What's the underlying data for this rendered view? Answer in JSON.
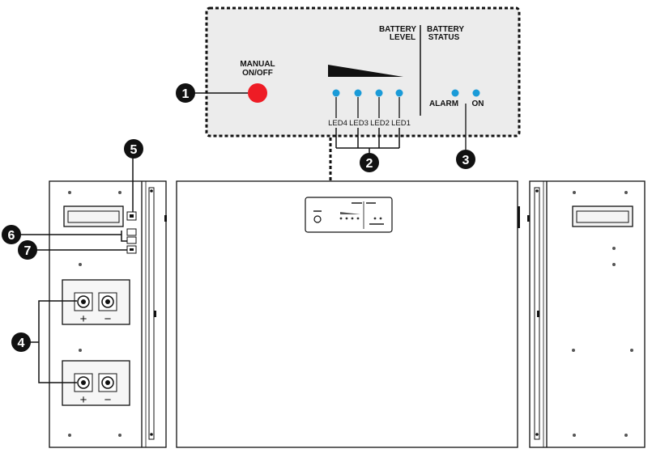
{
  "panel": {
    "manual_label_1": "MANUAL",
    "manual_label_2": "ON/OFF",
    "battery_level_1": "BATTERY",
    "battery_level_2": "LEVEL",
    "battery_status_1": "BATTERY",
    "battery_status_2": "STATUS",
    "led4": "LED4",
    "led3": "LED3",
    "led2": "LED2",
    "led1": "LED1",
    "alarm": "ALARM",
    "on": "ON"
  },
  "callouts": [
    "1",
    "2",
    "3",
    "4",
    "5",
    "6",
    "7"
  ],
  "terminals": {
    "plus": "+",
    "minus": "−"
  },
  "colors": {
    "led": "#1a9bd8",
    "button": "#ee1c25",
    "panel_bg": "#ececec",
    "callout": "#111111"
  }
}
